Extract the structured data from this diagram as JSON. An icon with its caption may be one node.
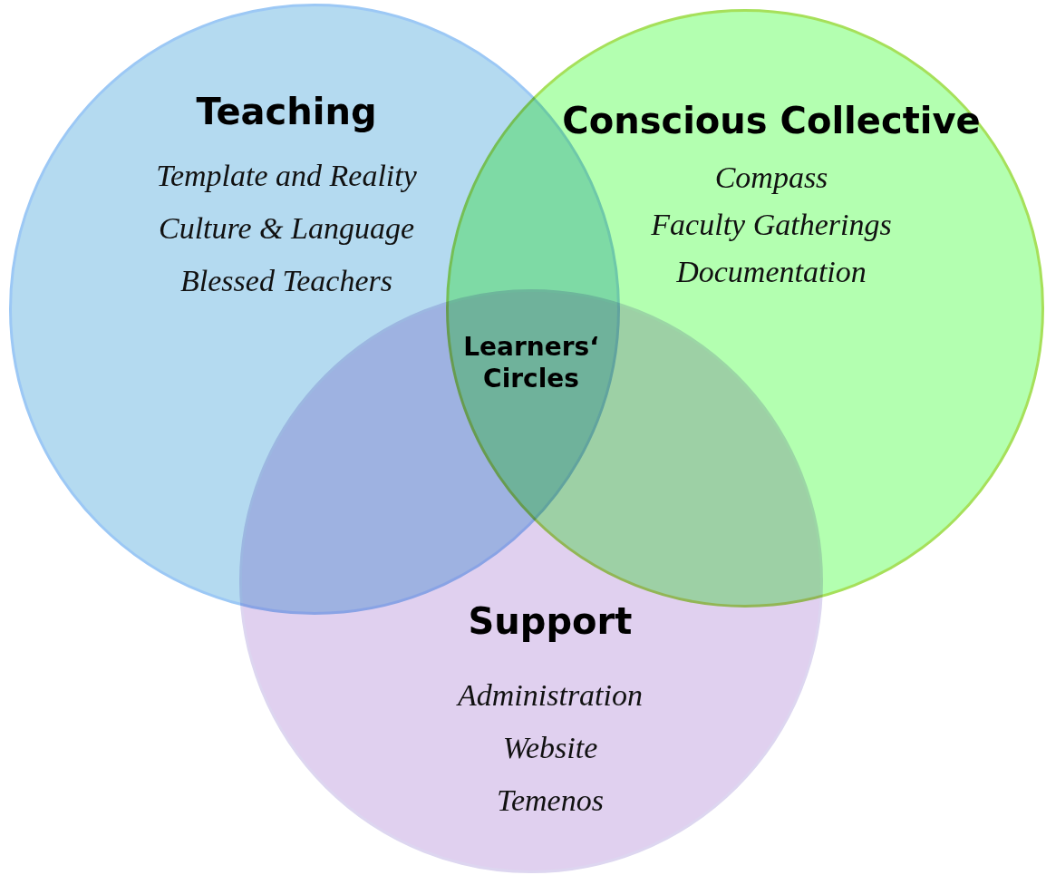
{
  "diagram": {
    "nodes": [
      {
        "text": [
          "Teaching",
          "Template and Reality",
          "Culture & Language",
          "Blessed Teachers"
        ]
      },
      {
        "text": [
          "Conscious Collective",
          "Compass",
          "Faculty Gatherings",
          "Documentation"
        ]
      },
      {
        "text": [
          "Support",
          "Administration",
          "Website",
          "Temenos"
        ]
      }
    ],
    "edges": [],
    "labels": [
      "Learners‘ Circles"
    ]
  }
}
